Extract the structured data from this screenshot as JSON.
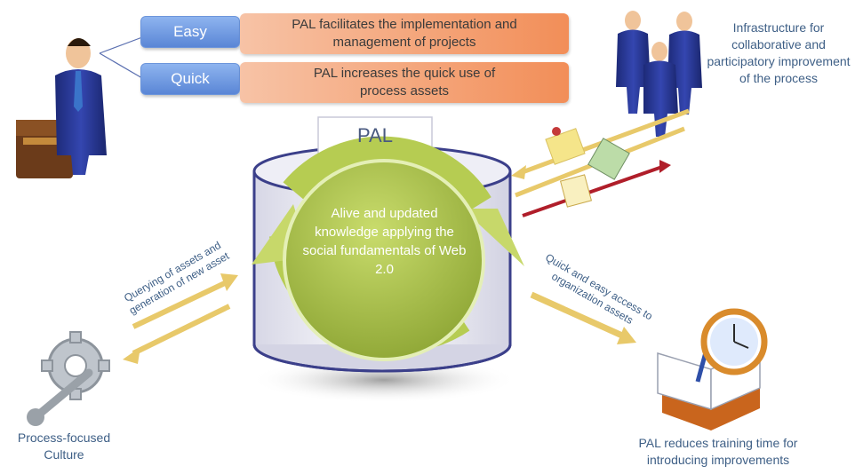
{
  "callouts": {
    "easy_label": "Easy",
    "quick_label": "Quick",
    "easy_text": "PAL facilitates  the implementation and management of projects",
    "quick_text": "PAL increases the quick use of process assets"
  },
  "pal_tab": "PAL",
  "center_text": "Alive and updated knowledge applying the social fundamentals of Web 2.0",
  "infrastructure_text": "Infrastructure for collaborative and participatory improvement of the process",
  "querying_text": "Querying of assets and generation of new asset",
  "access_text": "Quick and easy access to organization assets",
  "culture_text": "Process-focused Culture",
  "training_text": "PAL reduces training time for introducing improvements",
  "colors": {
    "blue_pill": "#5a86d6",
    "orange_banner": "#f28e58",
    "green_circle": "#9ab53a",
    "text_blue": "#3e5f86",
    "arrow_gold": "#e8c96a",
    "arrow_red": "#b01e2a"
  },
  "icons": [
    "businessman-with-chest-icon",
    "team-of-businessmen-icon",
    "documents-flow-icon",
    "gear-wrench-icon",
    "book-and-clock-icon"
  ]
}
